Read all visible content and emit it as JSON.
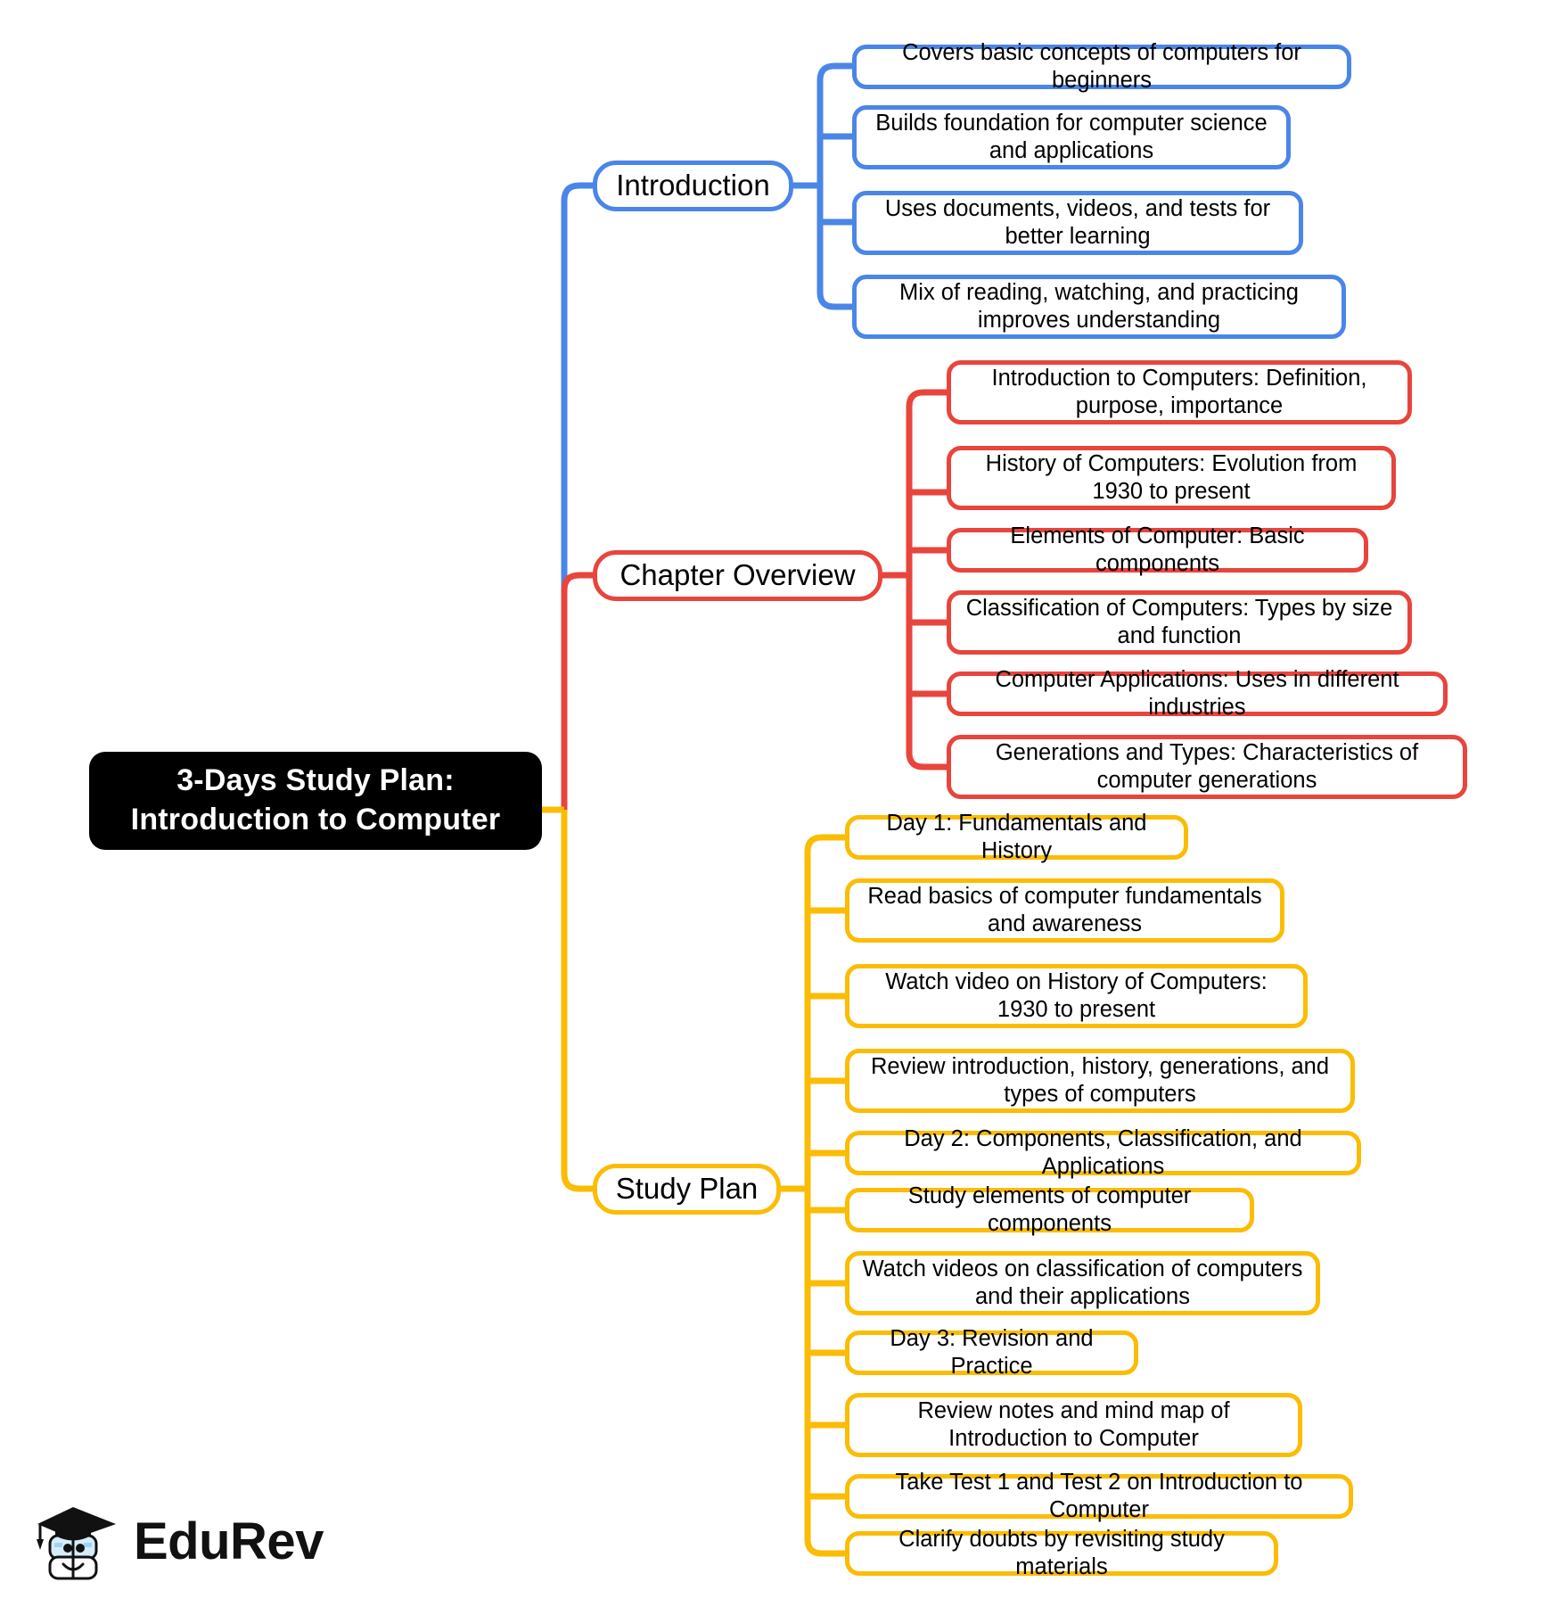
{
  "title": "3-Days Study Plan: Introduction to Computer Mind Map",
  "colors": {
    "root_bg": "#000000",
    "root_text": "#ffffff",
    "introduction": "#4a86e8",
    "chapter_overview": "#e8453c",
    "study_plan": "#fbbc04",
    "node_bg": "#ffffff",
    "node_text": "#000000",
    "canvas": "#ffffff"
  },
  "root": {
    "line1": "3-Days Study Plan:",
    "line2": "Introduction to Computer"
  },
  "branches": [
    {
      "label": "Introduction",
      "color": "#4a86e8",
      "items": [
        "Covers basic concepts of computers for beginners",
        "Builds foundation for computer science and applications",
        "Uses documents, videos, and tests for better learning",
        "Mix of reading, watching, and practicing improves understanding"
      ]
    },
    {
      "label": "Chapter Overview",
      "color": "#e8453c",
      "items": [
        "Introduction to Computers: Definition, purpose, importance",
        "History of Computers: Evolution from 1930 to present",
        "Elements of Computer: Basic components",
        "Classification of Computers: Types by size and function",
        "Computer Applications: Uses in different industries",
        "Generations and Types: Characteristics of computer generations"
      ]
    },
    {
      "label": "Study Plan",
      "color": "#fbbc04",
      "items": [
        "Day 1: Fundamentals and History",
        "Read basics of computer fundamentals and awareness",
        "Watch video on History of Computers: 1930 to present",
        "Review introduction, history, generations, and types of computers",
        "Day 2: Components, Classification, and Applications",
        "Study elements of computer components",
        "Watch videos on classification of computers and their applications",
        "Day 3: Revision and Practice",
        "Review notes and mind map of Introduction to Computer",
        "Take Test 1 and Test 2 on Introduction to Computer",
        "Clarify doubts by revisiting study materials"
      ]
    }
  ],
  "logo": {
    "text": "EduRev",
    "mark": "graduation-cap-book-mascot"
  }
}
